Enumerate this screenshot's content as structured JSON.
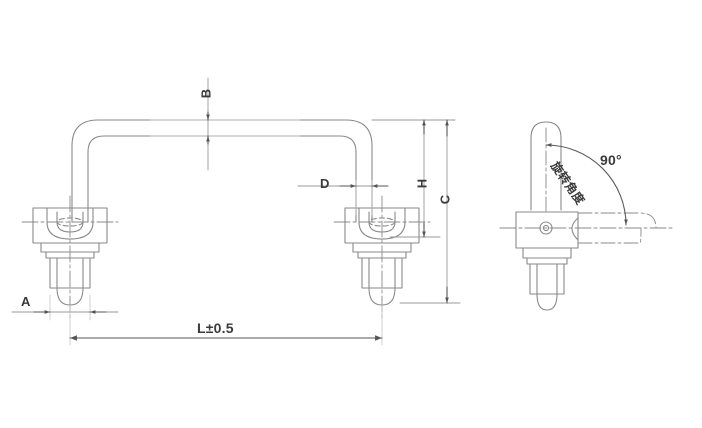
{
  "drawing": {
    "type": "engineering-part-drawing",
    "subject": "folding handle with threaded mounts",
    "views": [
      {
        "name": "front-view",
        "position": "left"
      },
      {
        "name": "side-view",
        "position": "right"
      }
    ]
  },
  "dimensions": {
    "b": "B",
    "h": "H",
    "c": "C",
    "d": "D",
    "a": "A",
    "length": "L±0.5",
    "angle": "90°",
    "angle_note_cn": "旋转角度"
  },
  "colors": {
    "line": "#808080",
    "line_dark": "#5a5a5a",
    "text": "#3a3a3a",
    "background": "#ffffff"
  }
}
